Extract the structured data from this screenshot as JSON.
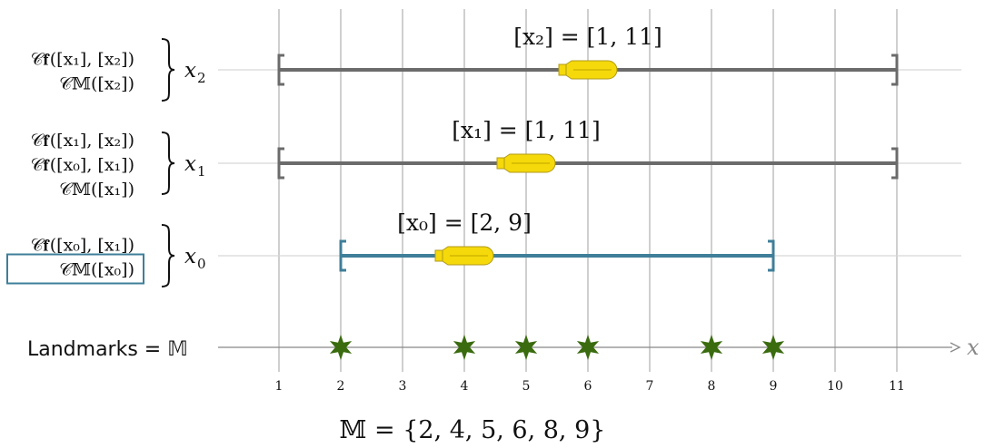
{
  "axis": {
    "variable_label": "x",
    "ticks": [
      "1",
      "2",
      "3",
      "4",
      "5",
      "6",
      "7",
      "8",
      "9",
      "10",
      "11"
    ],
    "tick_values": [
      1,
      2,
      3,
      4,
      5,
      6,
      7,
      8,
      9,
      10,
      11
    ]
  },
  "landmarks": {
    "label": "Landmarks = 𝕄",
    "values": [
      2,
      4,
      5,
      6,
      8,
      9
    ],
    "set_caption": "𝕄 = {2, 4, 5, 6, 8, 9}",
    "star_color": "#3a6b0f"
  },
  "variables": [
    {
      "id": "x2",
      "name": "x",
      "sub": "2",
      "interval": [
        1,
        11
      ],
      "interval_label": "[x₂] = [1, 11]",
      "marker_at": 6,
      "color": "#6b6b6b",
      "constraints": [
        "𝒞𝐟([x₁], [x₂])",
        "𝒞𝕄([x₂])"
      ],
      "highlighted": null
    },
    {
      "id": "x1",
      "name": "x",
      "sub": "1",
      "interval": [
        1,
        11
      ],
      "interval_label": "[x₁] = [1, 11]",
      "marker_at": 5,
      "color": "#6b6b6b",
      "constraints": [
        "𝒞𝐟([x₁], [x₂])",
        "𝒞𝐟([x₀], [x₁])",
        "𝒞𝕄([x₁])"
      ],
      "highlighted": null
    },
    {
      "id": "x0",
      "name": "x",
      "sub": "0",
      "interval": [
        2,
        9
      ],
      "interval_label": "[x₀] = [2, 9]",
      "marker_at": 4,
      "color": "#3f7f99",
      "constraints": [
        "𝒞𝐟([x₀], [x₁])",
        "𝒞𝕄([x₀])"
      ],
      "highlighted": 1
    }
  ],
  "colors": {
    "grid": "#b5b5b5",
    "row_line": "#d8d8d8",
    "axis": "#888888",
    "marker_fill": "#f5d90a",
    "marker_stroke": "#b09a1a",
    "highlight_box": "#3f7f99"
  }
}
